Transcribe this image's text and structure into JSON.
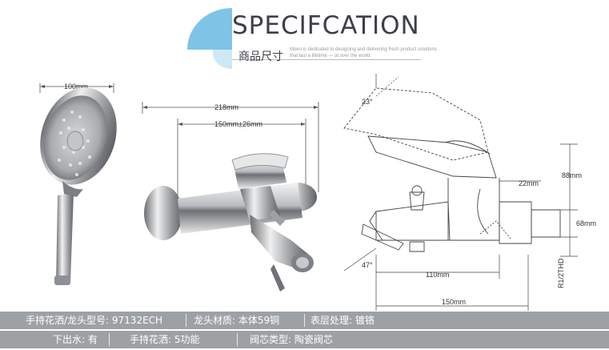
{
  "header": {
    "title": "SPECIFCATION",
    "subtitle_cn": "商品尺寸",
    "tagline": "Moen is dedicated to designing and delivering fresh product solutions that last a lifetime — at over the world."
  },
  "dimensions": {
    "shower_width": "100mm",
    "faucet_width": "218mm",
    "faucet_center": "150mm±26mm",
    "angle_top": "23°",
    "angle_bottom": "47°",
    "height_88": "88mm",
    "width_22": "22mm",
    "height_68": "68mm",
    "thread": "R1/2THD",
    "length_110": "110mm",
    "length_150": "150mm"
  },
  "specs": {
    "row1": [
      "手持花洒/龙头型号: 97132ECH",
      "龙头材质: 本体59铜",
      "表层处理: 镀铬"
    ],
    "row2": [
      "下出水: 有",
      "手持花洒: 5功能",
      "阀芯类型: 陶瓷阀芯"
    ]
  },
  "colors": {
    "accent_blue": "#7fc3e6",
    "spec_bar": "#9ea1a4",
    "title_text": "#3d4046"
  }
}
